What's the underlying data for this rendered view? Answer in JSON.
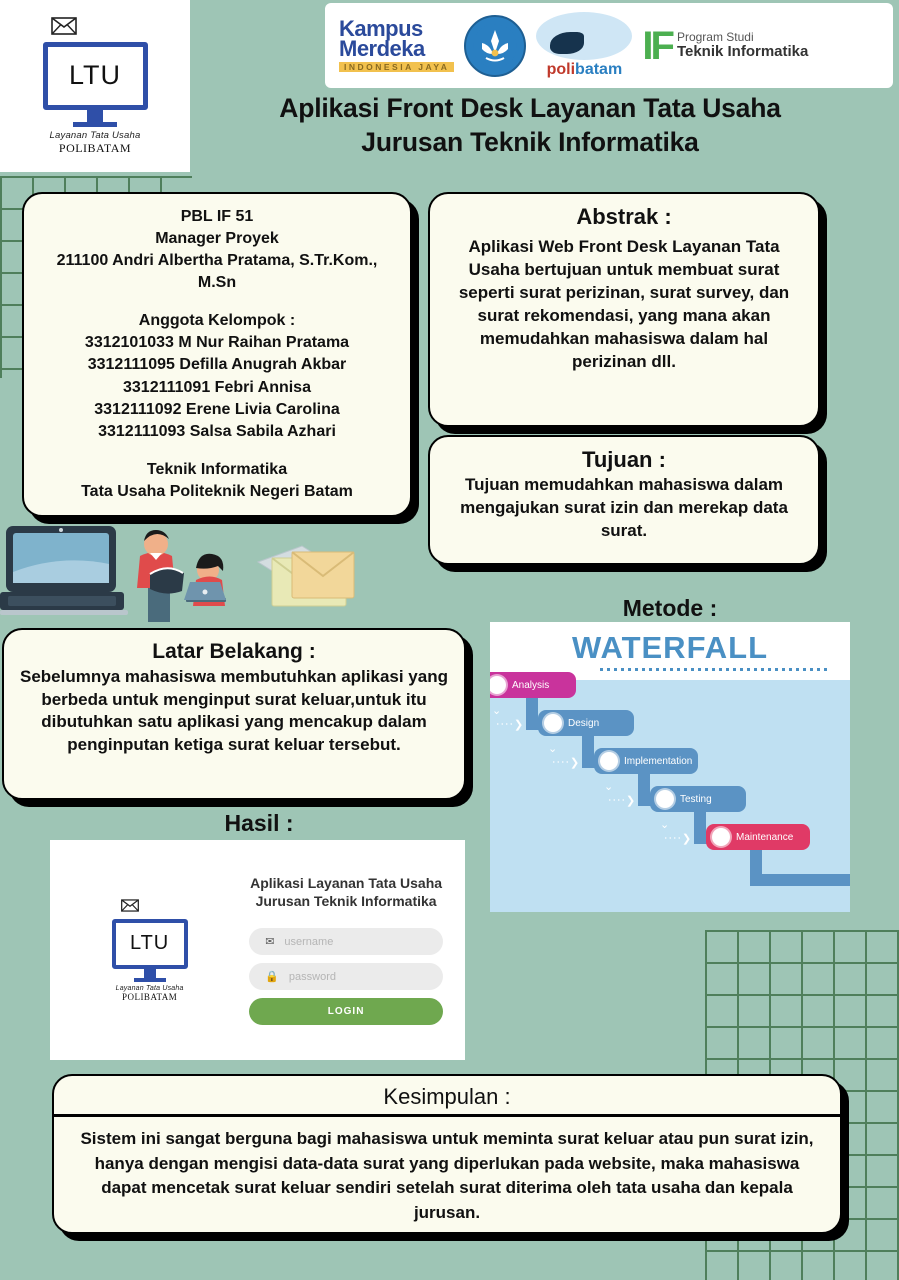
{
  "header": {
    "ltu_logo": {
      "envelope_icon": "envelope-icon",
      "monitor_text": "LTU",
      "caption_line1": "Layanan Tata Usaha",
      "caption_line2": "POLIBATAM"
    },
    "logos": {
      "kampus_merdeka_line1": "Kampus",
      "kampus_merdeka_line2": "Merdeka",
      "kampus_merdeka_tagline": "INDONESIA JAYA",
      "tut_wuri_alt": "Tut Wuri Handayani",
      "polibatam_part1": "poli",
      "polibatam_part2": "batam",
      "if_mark": "IF",
      "if_line1": "Program Studi",
      "if_line2": "Teknik Informatika"
    },
    "title_line1": "Aplikasi Front Desk Layanan Tata Usaha",
    "title_line2": "Jurusan Teknik Informatika"
  },
  "team": {
    "project_code": "PBL IF 51",
    "manager_role": "Manager Proyek",
    "manager_name": "211100  Andri Albertha Pratama, S.Tr.Kom., M.Sn",
    "members_heading": "Anggota Kelompok :",
    "members": [
      "3312101033 M Nur Raihan Pratama",
      "3312111095 Defilla Anugrah Akbar",
      "3312111091 Febri Annisa",
      "3312111092 Erene Livia Carolina",
      "3312111093 Salsa Sabila Azhari"
    ],
    "dept_line1": "Teknik Informatika",
    "dept_line2": "Tata Usaha Politeknik  Negeri Batam"
  },
  "abstrak": {
    "heading": "Abstrak :",
    "body": "Aplikasi Web Front Desk Layanan Tata Usaha bertujuan untuk membuat surat seperti surat perizinan, surat survey, dan surat rekomendasi, yang mana akan memudahkan mahasiswa dalam hal perizinan dll."
  },
  "tujuan": {
    "heading": "Tujuan :",
    "body": "Tujuan memudahkan mahasiswa dalam mengajukan surat izin dan merekap data surat."
  },
  "latar_belakang": {
    "heading": "Latar Belakang :",
    "body": "Sebelumnya mahasiswa membutuhkan aplikasi yang berbeda untuk menginput surat keluar,untuk itu dibutuhkan satu aplikasi yang mencakup dalam penginputan ketiga surat keluar tersebut."
  },
  "metode": {
    "heading": "Metode :",
    "diagram_title": "WATERFALL",
    "steps": [
      {
        "label": "Analysis",
        "color": "#c9339c"
      },
      {
        "label": "Design",
        "color": "#5b93c4"
      },
      {
        "label": "Implementation",
        "color": "#5b93c4"
      },
      {
        "label": "Testing",
        "color": "#5b93c4"
      },
      {
        "label": "Maintenance",
        "color": "#e03a66"
      }
    ]
  },
  "hasil": {
    "heading": "Hasil :",
    "login": {
      "logo_monitor_text": "LTU",
      "logo_caption1": "Layanan Tata Usaha",
      "logo_caption2": "POLIBATAM",
      "app_title": "Aplikasi Layanan Tata Usaha Jurusan Teknik Informatika",
      "username_placeholder": "username",
      "password_placeholder": "password",
      "login_button": "LOGIN",
      "button_color": "#6fa84f"
    }
  },
  "kesimpulan": {
    "heading": "Kesimpulan :",
    "body": "Sistem ini sangat berguna bagi mahasiswa untuk meminta surat keluar atau pun  surat izin, hanya dengan mengisi data-data surat yang diperlukan pada website, maka mahasiswa dapat mencetak surat keluar sendiri setelah surat diterima oleh tata usaha dan kepala jurusan."
  },
  "theme": {
    "background": "#9ec5b5",
    "grid_line": "#4f7f5b",
    "card_fill": "#fbfbee",
    "card_border": "#000000"
  }
}
